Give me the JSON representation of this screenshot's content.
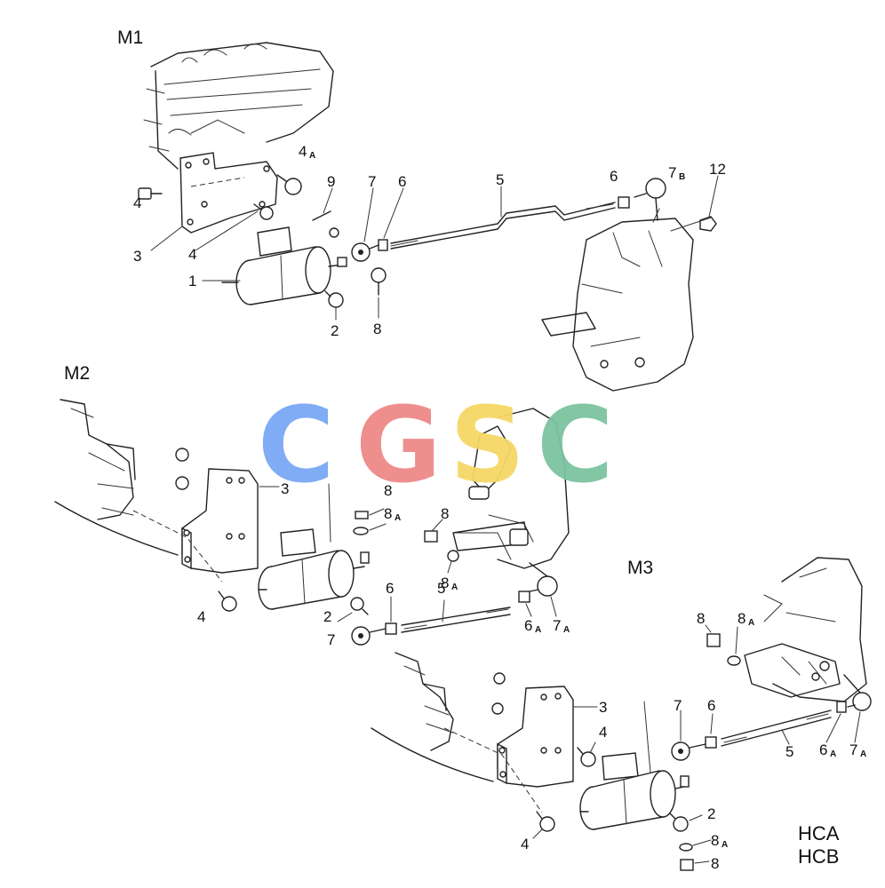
{
  "sections": {
    "m1": "M1",
    "m2": "M2",
    "m3": "M3"
  },
  "codes": {
    "hca": "HCA",
    "hcb": "HCB"
  },
  "watermark": {
    "letters": [
      "C",
      "G",
      "S",
      "C"
    ],
    "colors": [
      "#7aa7f5",
      "#ee8a87",
      "#f6d766",
      "#7cc3a0"
    ]
  },
  "callouts": {
    "m1": [
      {
        "num": "1",
        "sub": ""
      },
      {
        "num": "2",
        "sub": ""
      },
      {
        "num": "3",
        "sub": ""
      },
      {
        "num": "4",
        "sub": ""
      },
      {
        "num": "4",
        "sub": "A"
      },
      {
        "num": "4",
        "sub": ""
      },
      {
        "num": "5",
        "sub": ""
      },
      {
        "num": "6",
        "sub": ""
      },
      {
        "num": "6",
        "sub": ""
      },
      {
        "num": "7",
        "sub": ""
      },
      {
        "num": "7",
        "sub": "B"
      },
      {
        "num": "8",
        "sub": ""
      },
      {
        "num": "9",
        "sub": ""
      },
      {
        "num": "12",
        "sub": ""
      }
    ],
    "m2": [
      {
        "num": "2",
        "sub": ""
      },
      {
        "num": "3",
        "sub": ""
      },
      {
        "num": "4",
        "sub": ""
      },
      {
        "num": "5",
        "sub": ""
      },
      {
        "num": "6",
        "sub": ""
      },
      {
        "num": "6",
        "sub": "A"
      },
      {
        "num": "7",
        "sub": ""
      },
      {
        "num": "7",
        "sub": "A"
      },
      {
        "num": "8",
        "sub": ""
      },
      {
        "num": "8",
        "sub": "A"
      },
      {
        "num": "8",
        "sub": ""
      },
      {
        "num": "8",
        "sub": "A"
      }
    ],
    "m3": [
      {
        "num": "2",
        "sub": ""
      },
      {
        "num": "3",
        "sub": ""
      },
      {
        "num": "4",
        "sub": ""
      },
      {
        "num": "4",
        "sub": ""
      },
      {
        "num": "5",
        "sub": ""
      },
      {
        "num": "6",
        "sub": ""
      },
      {
        "num": "6",
        "sub": "A"
      },
      {
        "num": "7",
        "sub": ""
      },
      {
        "num": "7",
        "sub": "A"
      },
      {
        "num": "8",
        "sub": ""
      },
      {
        "num": "8",
        "sub": "A"
      },
      {
        "num": "8",
        "sub": "A"
      },
      {
        "num": "8",
        "sub": ""
      }
    ]
  }
}
